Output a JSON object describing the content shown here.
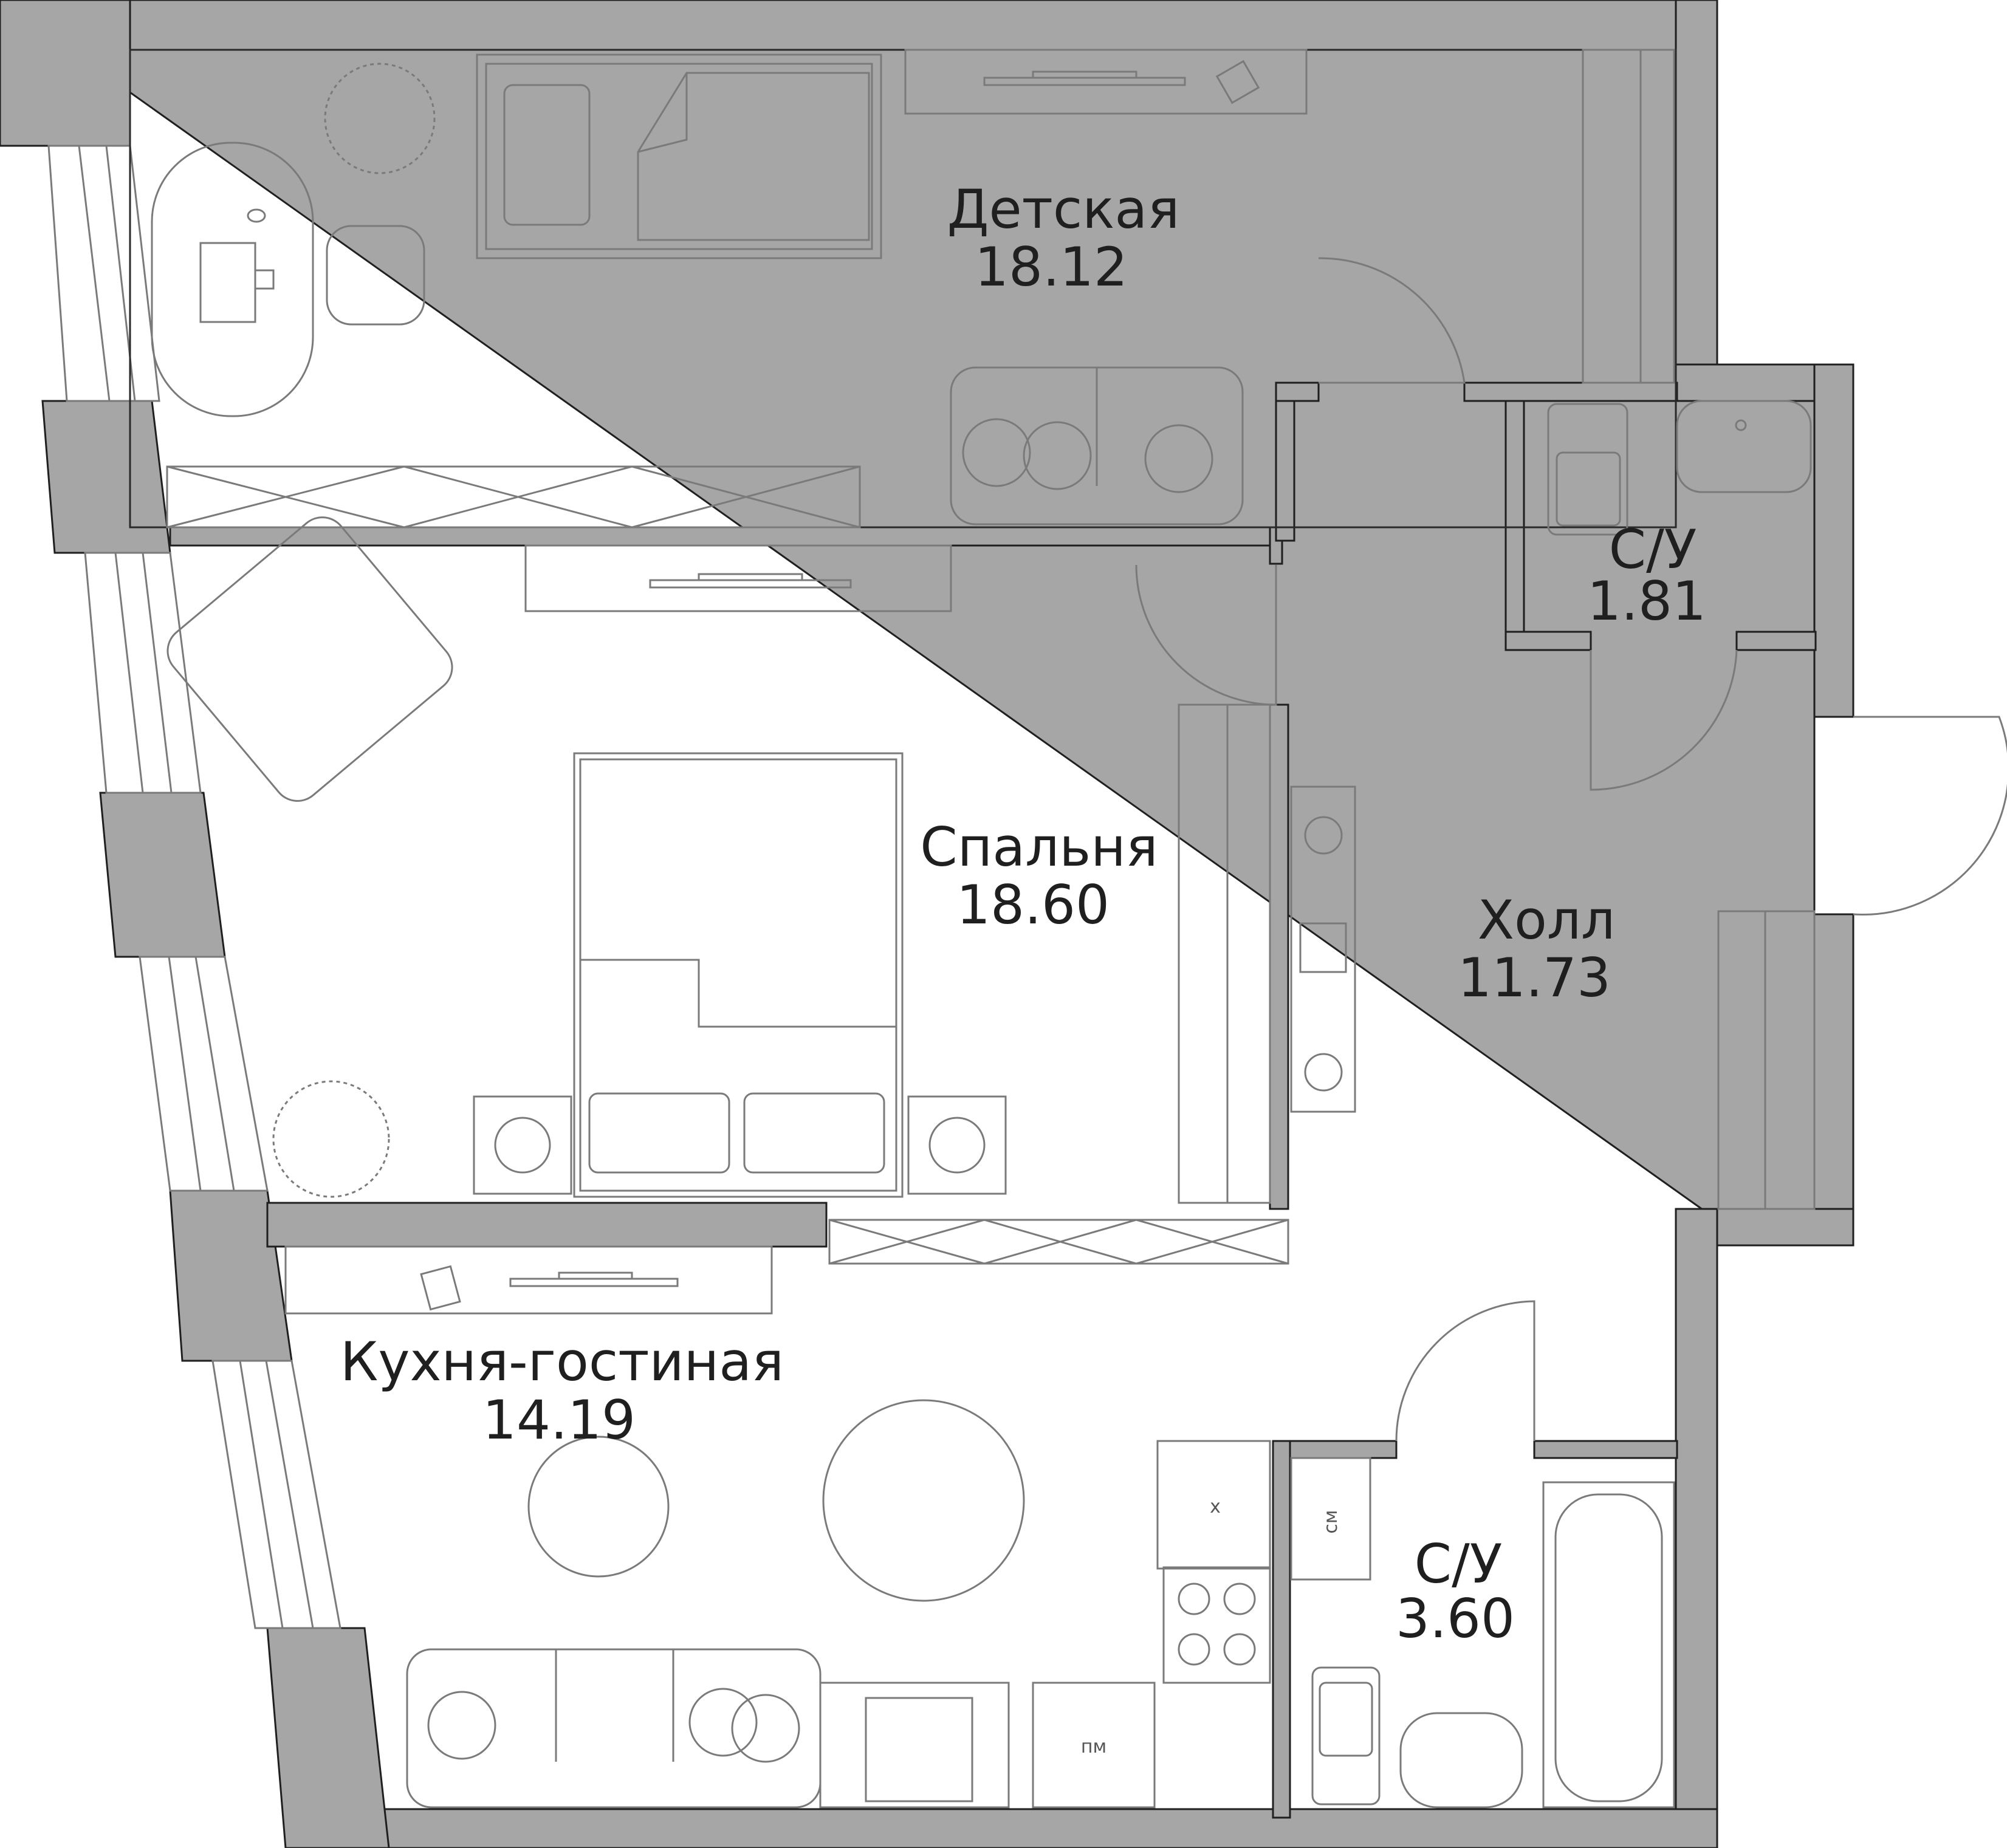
{
  "rooms": [
    {
      "id": "kids",
      "name": "Детская",
      "area": "18.12"
    },
    {
      "id": "bath-small",
      "name": "С/У",
      "area": "1.81"
    },
    {
      "id": "bedroom",
      "name": "Спальня",
      "area": "18.60"
    },
    {
      "id": "hall",
      "name": "Холл",
      "area": "11.73"
    },
    {
      "id": "kitchen",
      "name": "Кухня-гостиная",
      "area": "14.19"
    },
    {
      "id": "bath-large",
      "name": "С/У",
      "area": "3.60"
    }
  ],
  "appliance_labels": {
    "fridge": "х",
    "washer": "см",
    "dishwasher": "пм"
  },
  "colors": {
    "wall_fill": "#a6a6a6",
    "wall_outline": "#1f1f1f",
    "furniture": "#7a7a7a",
    "background": "#ffffff"
  }
}
